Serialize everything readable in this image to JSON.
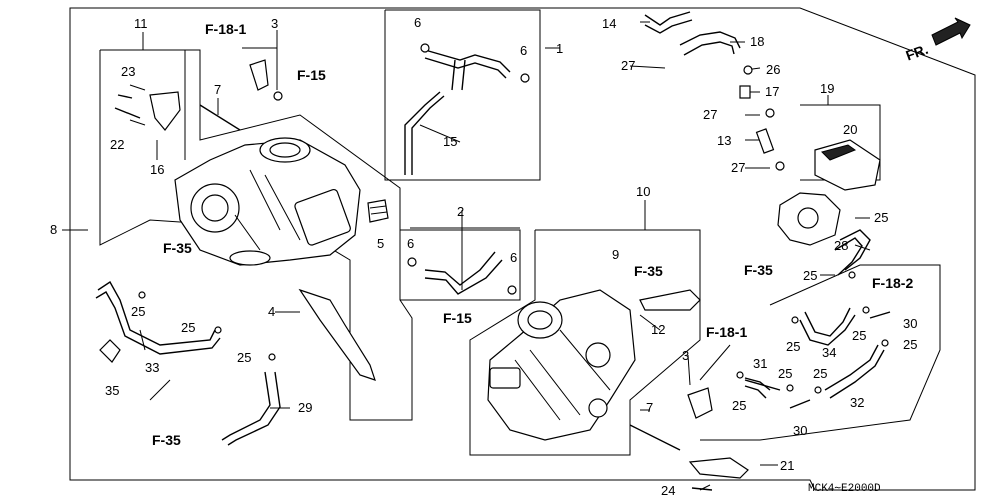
{
  "diagram_code": "MCK4∼E2000D",
  "direction_label": "FR.",
  "references": {
    "f18_1_top": "F-18-1",
    "f15_top": "F-15",
    "f35_left": "F-35",
    "f35_bottom": "F-35",
    "f35_mid": "F-35",
    "f15_mid": "F-15",
    "f18_1_bottom": "F-18-1",
    "f35_right": "F-35",
    "f18_2": "F-18-2"
  },
  "callouts": {
    "c1": "1",
    "c2": "2",
    "c3a": "3",
    "c3b": "3",
    "c4": "4",
    "c5": "5",
    "c6a": "6",
    "c6b": "6",
    "c6c": "6",
    "c6d": "6",
    "c7a": "7",
    "c7b": "7",
    "c8": "8",
    "c9": "9",
    "c10": "10",
    "c11": "11",
    "c12": "12",
    "c13": "13",
    "c14": "14",
    "c15": "15",
    "c16": "16",
    "c17": "17",
    "c18": "18",
    "c19": "19",
    "c20": "20",
    "c21": "21",
    "c22": "22",
    "c23": "23",
    "c24": "24",
    "c25a": "25",
    "c25b": "25",
    "c25c": "25",
    "c25d": "25",
    "c25e": "25",
    "c25f": "25",
    "c25g": "25",
    "c25h": "25",
    "c25i": "25",
    "c25j": "25",
    "c26": "26",
    "c27a": "27",
    "c27b": "27",
    "c27c": "27",
    "c28": "28",
    "c29": "29",
    "c30a": "30",
    "c30b": "30",
    "c31": "31",
    "c32": "32",
    "c33": "33",
    "c34": "34",
    "c35": "35"
  }
}
